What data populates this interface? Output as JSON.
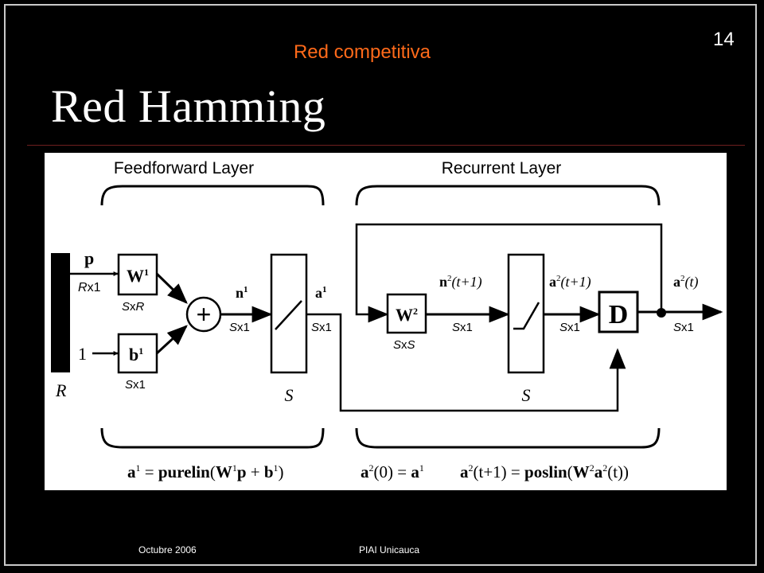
{
  "slide": {
    "subtitle": "Red competitiva",
    "number": "14",
    "title": "Red Hamming",
    "footer_left": "Octubre 2006",
    "footer_center": "PIAI Unicauca"
  },
  "diagram": {
    "feedforward_label": "Feedforward Layer",
    "recurrent_label": "Recurrent Layer",
    "input_p": "p",
    "input_p_dim_a": "R",
    "input_p_dim_b": "x1",
    "input_one": "1",
    "input_bar_label": "R",
    "w1_label": "W",
    "w1_sup": "1",
    "w1_dim_a": "S",
    "w1_dim_b": "x",
    "w1_dim_c": "R",
    "b1_label": "b",
    "b1_sup": "1",
    "b1_dim_a": "S",
    "b1_dim_b": "x1",
    "sum_symbol": "+",
    "n1_label": "n",
    "n1_sup": "1",
    "n1_dim_a": "S",
    "n1_dim_b": "x1",
    "purelin_label": "S",
    "a1_label": "a",
    "a1_sup": "1",
    "a1_dim_a": "S",
    "a1_dim_b": "x1",
    "w2_label": "W",
    "w2_sup": "2",
    "w2_dim_a": "S",
    "w2_dim_b": "x",
    "w2_dim_c": "S",
    "n2_label": "n",
    "n2_sup": "2",
    "n2_arg": "(t+1)",
    "n2_dim_a": "S",
    "n2_dim_b": "x1",
    "poslin_label": "S",
    "a2next_label": "a",
    "a2next_sup": "2",
    "a2next_arg": "(t+1)",
    "a2next_dim_a": "S",
    "a2next_dim_b": "x1",
    "delay_label": "D",
    "a2_label": "a",
    "a2_sup": "2",
    "a2_arg": "(t)",
    "a2_dim_a": "S",
    "a2_dim_b": "x1",
    "eq1_a": "a",
    "eq1_a_sup": "1",
    "eq1_eq": " = ",
    "eq1_fn": "purelin",
    "eq1_open": "(",
    "eq1_w": "W",
    "eq1_w_sup": "1",
    "eq1_p": "p",
    "eq1_plus": " + ",
    "eq1_b": "b",
    "eq1_b_sup": "1",
    "eq1_close": ")",
    "eq2_a": "a",
    "eq2_a_sup": "2",
    "eq2_arg": "(0) = ",
    "eq2_rhs": "a",
    "eq2_rhs_sup": "1",
    "eq3_a": "a",
    "eq3_a_sup": "2",
    "eq3_arg": "(t+1) = ",
    "eq3_fn": "poslin",
    "eq3_open": "(",
    "eq3_w": "W",
    "eq3_w_sup": "2",
    "eq3_a2": "a",
    "eq3_a2_sup": "2",
    "eq3_close": "(t))"
  }
}
